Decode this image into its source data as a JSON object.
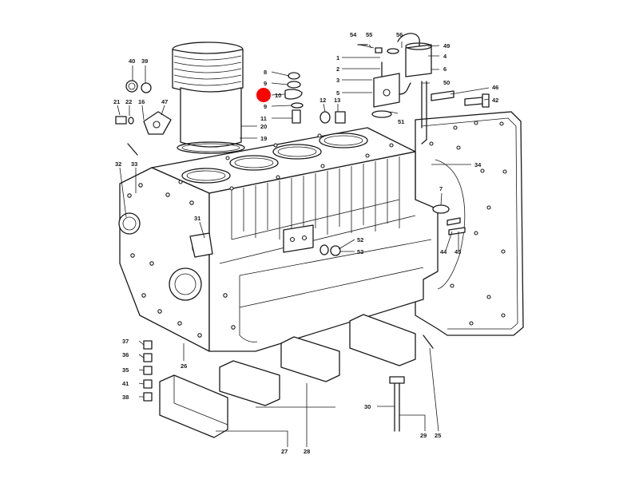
{
  "diagram": {
    "highlight_color": "#ff0000",
    "highlighted_part": "9",
    "labels": [
      {
        "id": "54",
        "text": "54"
      },
      {
        "id": "55",
        "text": "55"
      },
      {
        "id": "56",
        "text": "56"
      },
      {
        "id": "49",
        "text": "49"
      },
      {
        "id": "4",
        "text": "4"
      },
      {
        "id": "6",
        "text": "6"
      },
      {
        "id": "50",
        "text": "50"
      },
      {
        "id": "1",
        "text": "1"
      },
      {
        "id": "2",
        "text": "2"
      },
      {
        "id": "3",
        "text": "3"
      },
      {
        "id": "5",
        "text": "5"
      },
      {
        "id": "51",
        "text": "51"
      },
      {
        "id": "46",
        "text": "46"
      },
      {
        "id": "42",
        "text": "42"
      },
      {
        "id": "8",
        "text": "8"
      },
      {
        "id": "9a",
        "text": "9"
      },
      {
        "id": "10",
        "text": "10"
      },
      {
        "id": "9b",
        "text": "9"
      },
      {
        "id": "11",
        "text": "11"
      },
      {
        "id": "20",
        "text": "20"
      },
      {
        "id": "19",
        "text": "19"
      },
      {
        "id": "12",
        "text": "12"
      },
      {
        "id": "13",
        "text": "13"
      },
      {
        "id": "40",
        "text": "40"
      },
      {
        "id": "39",
        "text": "39"
      },
      {
        "id": "21",
        "text": "21"
      },
      {
        "id": "22",
        "text": "22"
      },
      {
        "id": "16",
        "text": "16"
      },
      {
        "id": "47",
        "text": "47"
      },
      {
        "id": "32",
        "text": "32"
      },
      {
        "id": "33",
        "text": "33"
      },
      {
        "id": "34",
        "text": "34"
      },
      {
        "id": "7",
        "text": "7"
      },
      {
        "id": "31",
        "text": "31"
      },
      {
        "id": "52",
        "text": "52"
      },
      {
        "id": "53",
        "text": "53"
      },
      {
        "id": "44",
        "text": "44"
      },
      {
        "id": "45",
        "text": "45"
      },
      {
        "id": "37",
        "text": "37"
      },
      {
        "id": "36",
        "text": "36"
      },
      {
        "id": "35",
        "text": "35"
      },
      {
        "id": "41",
        "text": "41"
      },
      {
        "id": "38",
        "text": "38"
      },
      {
        "id": "26",
        "text": "26"
      },
      {
        "id": "30",
        "text": "30"
      },
      {
        "id": "29",
        "text": "29"
      },
      {
        "id": "25",
        "text": "25"
      },
      {
        "id": "27",
        "text": "27"
      },
      {
        "id": "28",
        "text": "28"
      }
    ]
  }
}
